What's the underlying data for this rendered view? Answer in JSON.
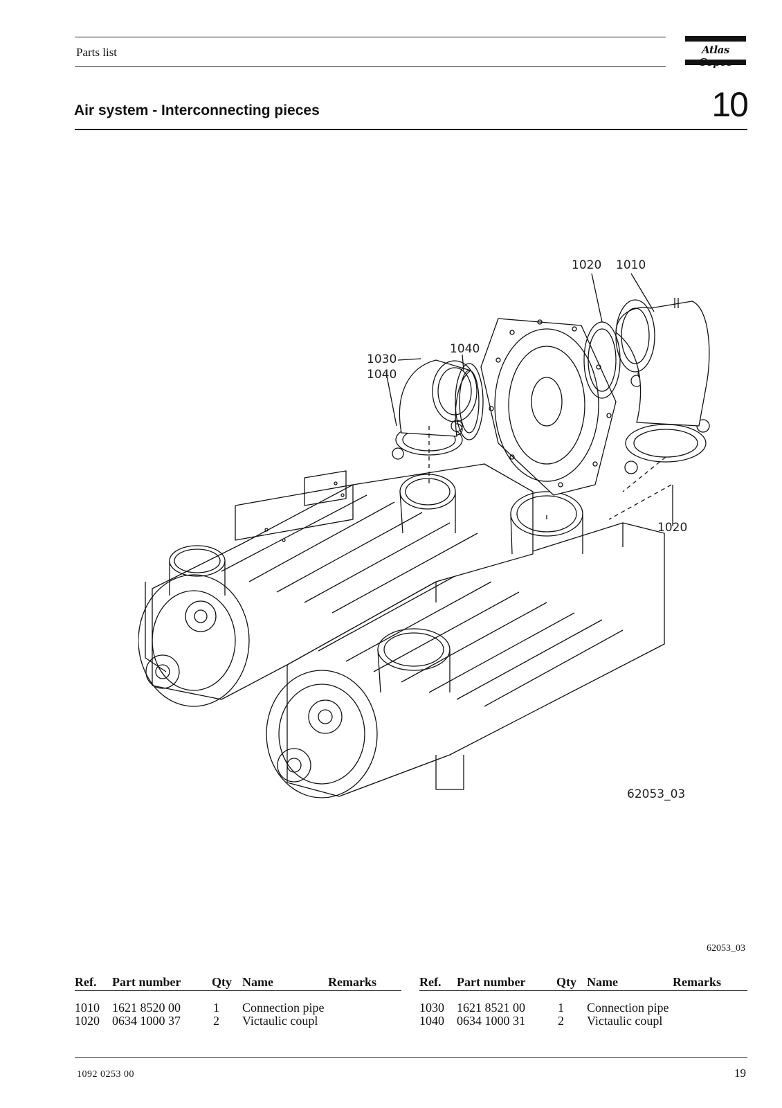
{
  "header": {
    "doc_type": "Parts list",
    "logo_text": "Atlas Copco"
  },
  "section": {
    "title": "Air system - Interconnecting pieces",
    "number": "10"
  },
  "figure": {
    "callouts": [
      "1020",
      "1010",
      "1030",
      "1040",
      "1040",
      "1020"
    ],
    "drawing_id": "62053_03",
    "figure_ref": "62053_03"
  },
  "table": {
    "headers": {
      "ref": "Ref.",
      "part_number": "Part number",
      "qty": "Qty",
      "name": "Name",
      "remarks": "Remarks"
    },
    "left": [
      {
        "ref": "1010",
        "part_number": "1621 8520 00",
        "qty": "1",
        "name": "Connection pipe",
        "remarks": ""
      },
      {
        "ref": "1020",
        "part_number": "0634 1000 37",
        "qty": "2",
        "name": "Victaulic coupl",
        "remarks": ""
      }
    ],
    "right": [
      {
        "ref": "1030",
        "part_number": "1621 8521 00",
        "qty": "1",
        "name": "Connection pipe",
        "remarks": ""
      },
      {
        "ref": "1040",
        "part_number": "0634 1000 31",
        "qty": "2",
        "name": "Victaulic coupl",
        "remarks": ""
      }
    ]
  },
  "footer": {
    "doc_number": "1092 0253 00",
    "page": "19"
  }
}
